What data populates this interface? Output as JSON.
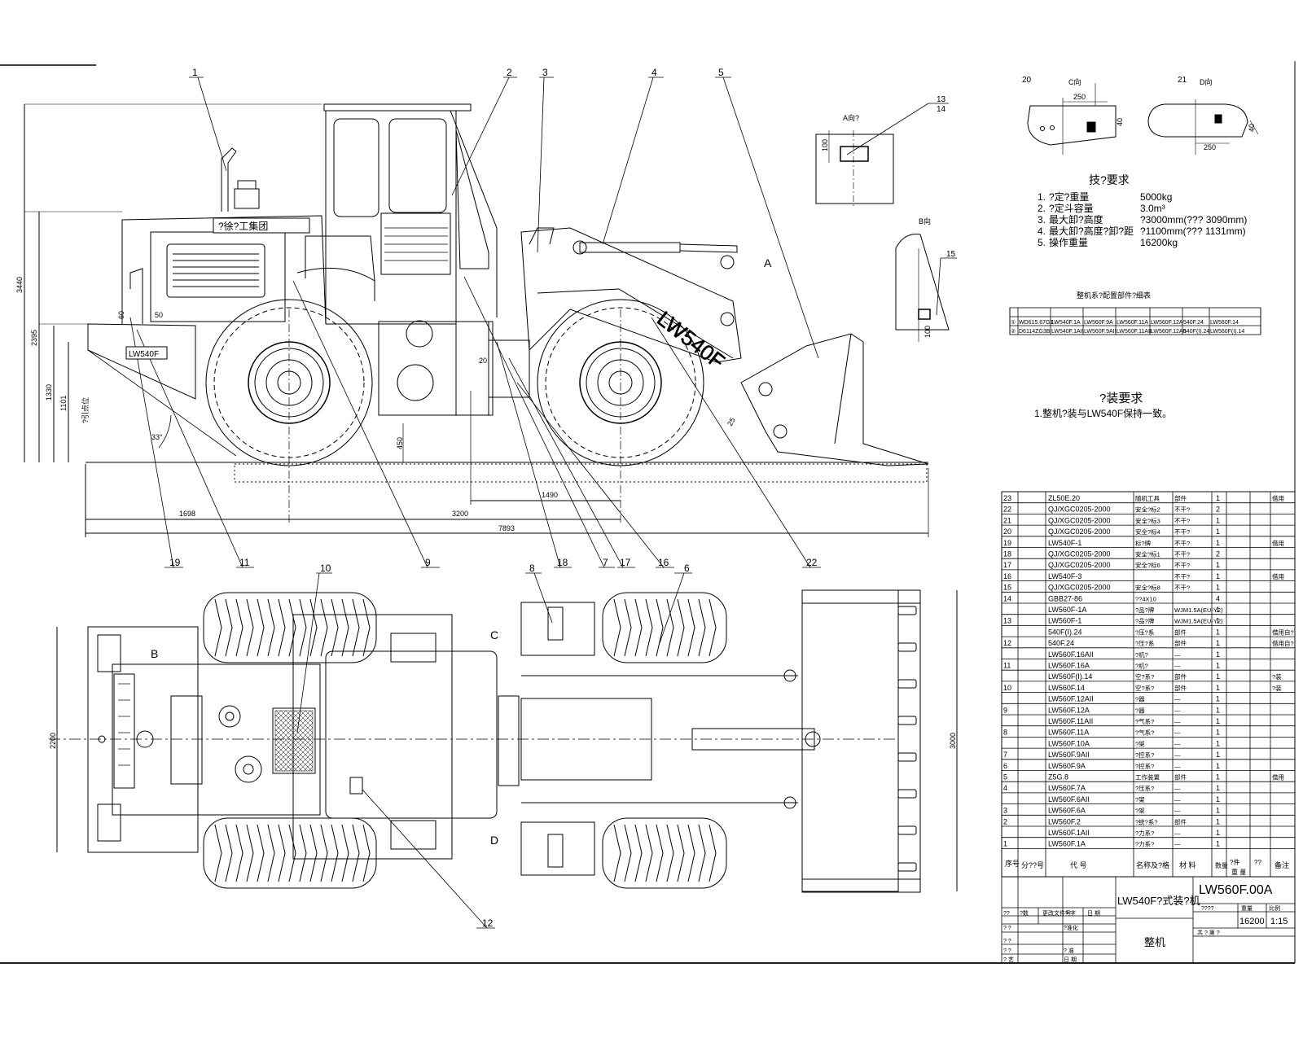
{
  "balloons_side": [
    "1",
    "2",
    "3",
    "4",
    "5",
    "13",
    "14",
    "15",
    "19",
    "11",
    "9",
    "18",
    "7",
    "17",
    "16",
    "22",
    "20",
    "21"
  ],
  "balloons_top": [
    "10",
    "8",
    "6",
    "12"
  ],
  "views": {
    "view_c": "C向",
    "view_d": "D向",
    "view_a": "A向?",
    "view_b": "B向",
    "letter_a": "A",
    "letter_b": "B",
    "letter_c": "C",
    "letter_d": "D"
  },
  "dims": {
    "height_total": "3440",
    "h_2395": "2395",
    "h_1330": "1330",
    "h_1101": "1101",
    "h_450": "450",
    "angle": "33°",
    "len_1698": "1698",
    "len_3200": "3200",
    "len_1490": "1490",
    "len_7893": "7893",
    "width_2200": "2200",
    "width_3000": "3000",
    "c_250": "250",
    "d_250": "250",
    "c_40": "40",
    "d_40": "40",
    "a_100": "100",
    "b_100": "100",
    "s_60": "60",
    "s_50": "50",
    "s_20": "20",
    "s_25": "25",
    "side_note": "?引点位"
  },
  "labels": {
    "rear_badge": "LW540F",
    "boom_text": "LW540F",
    "cab_logo": "?徐?工集团"
  },
  "tech_requirements": {
    "title": "技?要求",
    "items": [
      {
        "n": "1.",
        "label": "?定?重量",
        "value": "5000kg"
      },
      {
        "n": "2.",
        "label": "?定斗容量",
        "value": "3.0m³"
      },
      {
        "n": "3.",
        "label": "最大卸?高度",
        "value": "?3000mm(??? 3090mm)"
      },
      {
        "n": "4.",
        "label": "最大卸?高度?卸?距",
        "value": "?1100mm(??? 1131mm)"
      },
      {
        "n": "5.",
        "label": "操作重量",
        "value": "16200kg"
      }
    ]
  },
  "config_table": {
    "title": "整机系?配置部件?细表",
    "rows": [
      [
        "①",
        "WD615.67G3",
        "LW540F.1A",
        "LW560F.9A",
        "LW560F.11A",
        "LW560F.12A",
        "540F.24",
        "LW560F.14"
      ],
      [
        "②",
        "D6114ZG3B",
        "LW540F.1AII",
        "LW560F.9AII",
        "LW560F.11AII",
        "LW560F.12AII",
        "540F(I).24",
        "LW560F(I).14"
      ]
    ]
  },
  "assembly_req": {
    "title": "?装要求",
    "text": "1.整机?装与LW540F保持一致。"
  },
  "bom": {
    "rows": [
      [
        "23",
        "ZL50E.20",
        "随机工具",
        "部件",
        "1",
        "",
        "",
        "借用"
      ],
      [
        "22",
        "QJ/XGC0205-2000",
        "安全?标2",
        "不干?",
        "2",
        "",
        "",
        ""
      ],
      [
        "21",
        "QJ/XGC0205-2000",
        "安全?标3",
        "不干?",
        "1",
        "",
        "",
        ""
      ],
      [
        "20",
        "QJ/XGC0205-2000",
        "安全?标4",
        "不干?",
        "1",
        "",
        "",
        ""
      ],
      [
        "19",
        "LW540F-1",
        "标?牌",
        "不干?",
        "1",
        "",
        "",
        "借用"
      ],
      [
        "18",
        "QJ/XGC0205-2000",
        "安全?标1",
        "不干?",
        "2",
        "",
        "",
        ""
      ],
      [
        "17",
        "QJ/XGC0205-2000",
        "安全?标6",
        "不干?",
        "1",
        "",
        "",
        ""
      ],
      [
        "16",
        "LW540F-3",
        "",
        "不干?",
        "1",
        "",
        "",
        "借用"
      ],
      [
        "15",
        "QJ/XGC0205-2000",
        "安全?标8",
        "不干?",
        "1",
        "",
        "",
        ""
      ],
      [
        "14",
        "GBB27-86",
        "??4X10",
        "",
        "4",
        "",
        "",
        ""
      ],
      [
        "",
        "LW560F-1A",
        "?品?牌",
        "WJM1.5A(EU-Y2)",
        "1",
        "",
        "",
        ""
      ],
      [
        "13",
        "LW560F-1",
        "?品?牌",
        "WJM1.5A(EU-Y2)",
        "1",
        "",
        "",
        ""
      ],
      [
        "",
        "540F(I).24",
        "?压?系",
        "部件",
        "1",
        "",
        "",
        "借用自?"
      ],
      [
        "12",
        "540F.24",
        "?压?系",
        "部件",
        "1",
        "",
        "",
        "借用自?"
      ],
      [
        "",
        "LW560F.16AII",
        "?机?",
        "—",
        "1",
        "",
        "",
        ""
      ],
      [
        "11",
        "LW560F.16A",
        "?机?",
        "—",
        "1",
        "",
        "",
        ""
      ],
      [
        "",
        "LW560F(I).14",
        "空?系?",
        "部件",
        "1",
        "",
        "",
        "?装"
      ],
      [
        "10",
        "LW560F.14",
        "空?系?",
        "部件",
        "1",
        "",
        "",
        "?装"
      ],
      [
        "",
        "LW560F.12AII",
        "?器",
        "—",
        "1",
        "",
        "",
        ""
      ],
      [
        "9",
        "LW560F.12A",
        "?器",
        "—",
        "1",
        "",
        "",
        ""
      ],
      [
        "",
        "LW560F.11AII",
        "?气系?",
        "—",
        "1",
        "",
        "",
        ""
      ],
      [
        "8",
        "LW560F.11A",
        "?气系?",
        "—",
        "1",
        "",
        "",
        ""
      ],
      [
        "",
        "LW560F.10A",
        "?架",
        "—",
        "1",
        "",
        "",
        ""
      ],
      [
        "7",
        "LW560F.9AII",
        "?控系?",
        "—",
        "1",
        "",
        "",
        ""
      ],
      [
        "6",
        "LW560F.9A",
        "?控系?",
        "—",
        "1",
        "",
        "",
        ""
      ],
      [
        "5",
        "Z5G.8",
        "工作装置",
        "部件",
        "1",
        "",
        "",
        "借用"
      ],
      [
        "4",
        "LW560F.7A",
        "?压系?",
        "—",
        "1",
        "",
        "",
        ""
      ],
      [
        "",
        "LW560F.6AII",
        "?架",
        "—",
        "1",
        "",
        "",
        ""
      ],
      [
        "3",
        "LW560F.6A",
        "?架",
        "—",
        "1",
        "",
        "",
        ""
      ],
      [
        "2",
        "LW560F.2",
        "?统?系?",
        "部件",
        "1",
        "",
        "",
        ""
      ],
      [
        "",
        "LW560F.1AII",
        "?力系?",
        "—",
        "1",
        "",
        "",
        ""
      ],
      [
        "1",
        "LW560F.1A",
        "?力系?",
        "—",
        "1",
        "",
        "",
        ""
      ]
    ],
    "header": {
      "seq": "序号",
      "part_no": "分??号",
      "code": "代    号",
      "name": "名称及?格",
      "material": "材    料",
      "qty": "数量",
      "unit_w": "?件",
      "total_w": "??",
      "note": "备注",
      "weight": "重    量"
    }
  },
  "title_block": {
    "drawing_no": "LW560F.00A",
    "product": "LW540F?式装?机",
    "part_name": "整机",
    "weight_value": "16200",
    "scale_value": "1:15",
    "weight_label": "重量",
    "scale_label": "比例",
    "stage_label": "????",
    "sheets_label": "共    ?    第    ?",
    "left_cells": [
      "??",
      "?数",
      "更改文件号",
      "?  字",
      "日  期",
      "? ?",
      "?准化",
      "? ?",
      "? ?",
      "?  准",
      "? 艺",
      "日 期"
    ]
  }
}
